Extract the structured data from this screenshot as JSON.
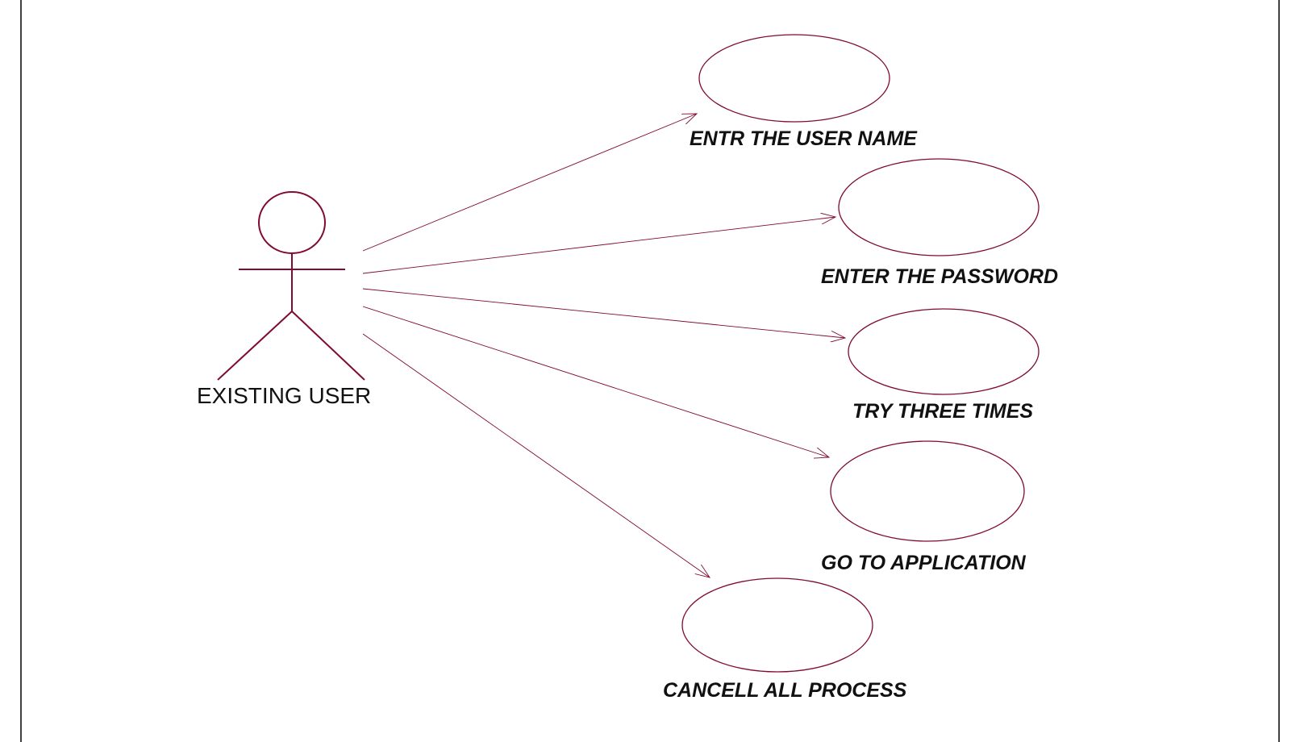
{
  "colors": {
    "line": "#800a32",
    "text": "#111111",
    "frame": "#000000",
    "background": "#ffffff"
  },
  "actor": {
    "label": "EXISTING USER"
  },
  "use_cases": [
    {
      "label": "ENTR THE USER NAME"
    },
    {
      "label": "ENTER THE PASSWORD"
    },
    {
      "label": "TRY THREE TIMES"
    },
    {
      "label": "GO TO APPLICATION"
    },
    {
      "label": "CANCELL ALL PROCESS"
    }
  ]
}
